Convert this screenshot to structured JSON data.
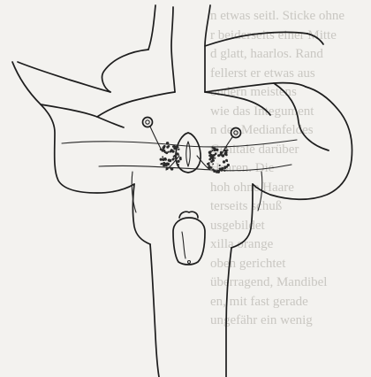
{
  "bleed_through_text": [
    "n etwas seitl. Sticke ohne",
    "r beiderseits einer Mitte",
    "d glatt, haarlos. Rand",
    "fellerst er etwas aus",
    "ondern meistens",
    "wie das Integument",
    "n des Medianfeldes",
    "Genitale darüber",
    "Haaren. Die",
    "hoh ohne Haare",
    "terseits schuß",
    "usgebildet",
    "xilla orange",
    "oben gerichtet",
    "überragend, Mandibel",
    "en, mit fast gerade",
    "ungefähr ein wenig"
  ],
  "colors": {
    "paper": "#f3f2ef",
    "ink": "#1d1d1d",
    "bleed": "#c9c7c2"
  }
}
